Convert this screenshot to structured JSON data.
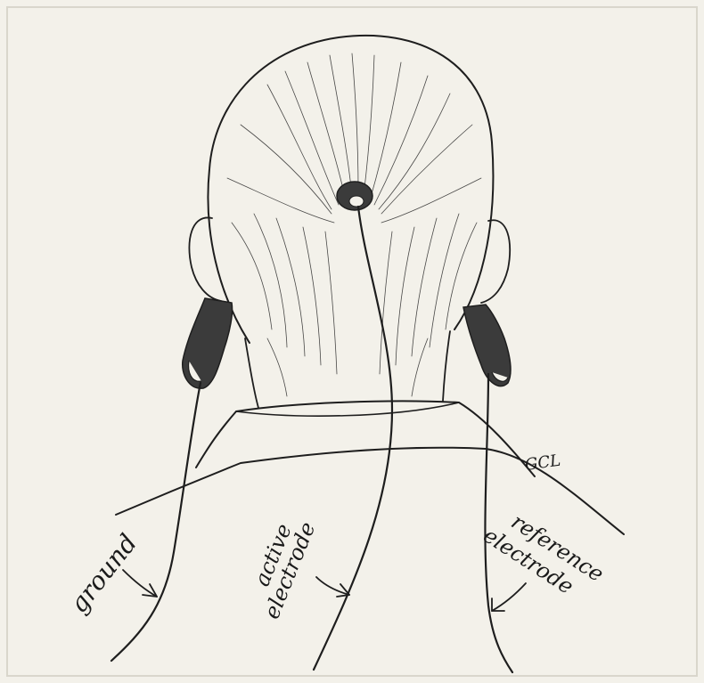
{
  "labels": {
    "ground": "ground",
    "active_line1": "active",
    "active_line2": "electrode",
    "reference_line1": "reference",
    "reference_line2": "electrode",
    "signature": "GCL"
  },
  "colors": {
    "paper": "#f3f1ea",
    "ink": "#1e1e1e",
    "clip": "#3b3b3b"
  }
}
